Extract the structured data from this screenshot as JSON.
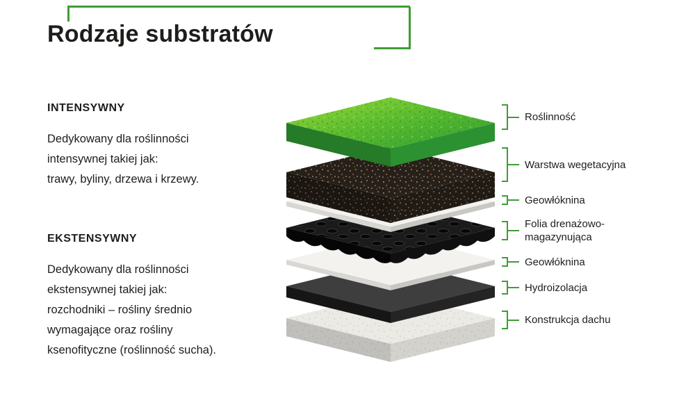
{
  "title": "Rodzaje substratów",
  "colors": {
    "accent_green": "#3f9c35",
    "text": "#1d1d1b",
    "grass_green": "#56b930",
    "soil_brown": "#27201a",
    "geotextile_white": "#f3f2ef",
    "drainage_black": "#1b1b1b",
    "waterproofing_gray": "#3e3e3e",
    "concrete_light": "#eceae5"
  },
  "sections": [
    {
      "heading": "INTENSYWNY",
      "body": "Dedykowany dla roślinności\nintensywnej takiej jak:\ntrawy, byliny, drzewa i krzewy."
    },
    {
      "heading": "EKSTENSYWNY",
      "body": "Dedykowany dla roślinności\nekstensywnej takiej jak:\nrozchodniki – rośliny średnio\nwymagające oraz rośliny\nksenofityczne (roślinność sucha)."
    }
  ],
  "layers": [
    {
      "label": "Roślinność"
    },
    {
      "label": "Warstwa wegetacyjna"
    },
    {
      "label": "Geowłóknina"
    },
    {
      "label": "Folia drenażowo-magazynująca"
    },
    {
      "label": "Geowłóknina"
    },
    {
      "label": "Hydroizolacja"
    },
    {
      "label": "Konstrukcja dachu"
    }
  ]
}
